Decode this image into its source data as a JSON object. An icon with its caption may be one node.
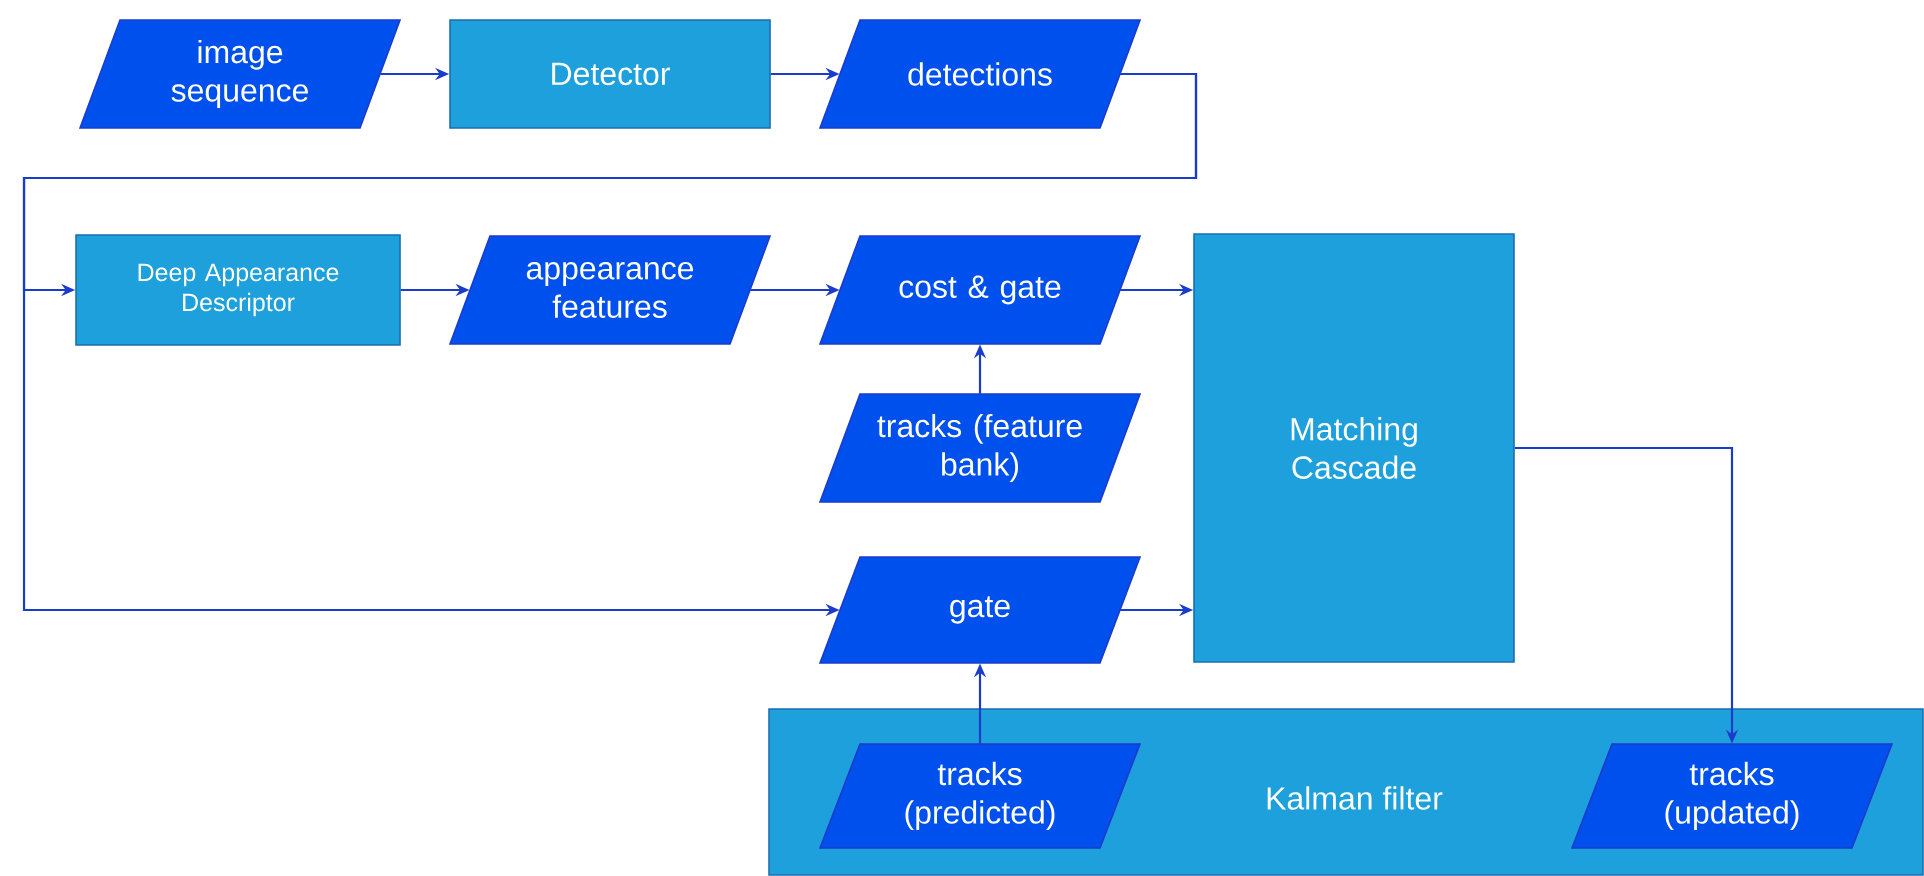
{
  "diagram": {
    "nodes": [
      {
        "text": [
          "image sequence"
        ]
      },
      {
        "text": [
          "Detector"
        ]
      },
      {
        "text": [
          "detections"
        ]
      },
      {
        "text": [
          "Deep Appearance Descriptor"
        ]
      },
      {
        "text": [
          "appearance features"
        ]
      },
      {
        "text": [
          "cost & gate"
        ]
      },
      {
        "text": [
          "tracks (feature bank)"
        ]
      },
      {
        "text": [
          "Matching Cascade"
        ]
      },
      {
        "text": [
          "gate"
        ]
      },
      {
        "text": [
          "Kalman filter"
        ]
      },
      {
        "text": [
          "tracks (predicted)"
        ],
        "in": 9
      },
      {
        "text": [
          "tracks (updated)"
        ],
        "in": 9
      }
    ],
    "edges": [
      {
        "from": 0,
        "to": 1,
        "arrow": "to"
      },
      {
        "from": 1,
        "to": 2,
        "arrow": "to"
      },
      {
        "from": 2,
        "to": 3,
        "arrow": "to"
      },
      {
        "from": 2,
        "to": 8,
        "arrow": "to"
      },
      {
        "from": 3,
        "to": 4,
        "arrow": "to"
      },
      {
        "from": 4,
        "to": 5,
        "arrow": "to"
      },
      {
        "from": 6,
        "to": 5,
        "arrow": "to"
      },
      {
        "from": 5,
        "to": 7,
        "arrow": "to"
      },
      {
        "from": 8,
        "to": 7,
        "arrow": "to"
      },
      {
        "from": 10,
        "to": 8,
        "arrow": "to"
      },
      {
        "from": 7,
        "to": 11,
        "arrow": "to"
      }
    ]
  }
}
